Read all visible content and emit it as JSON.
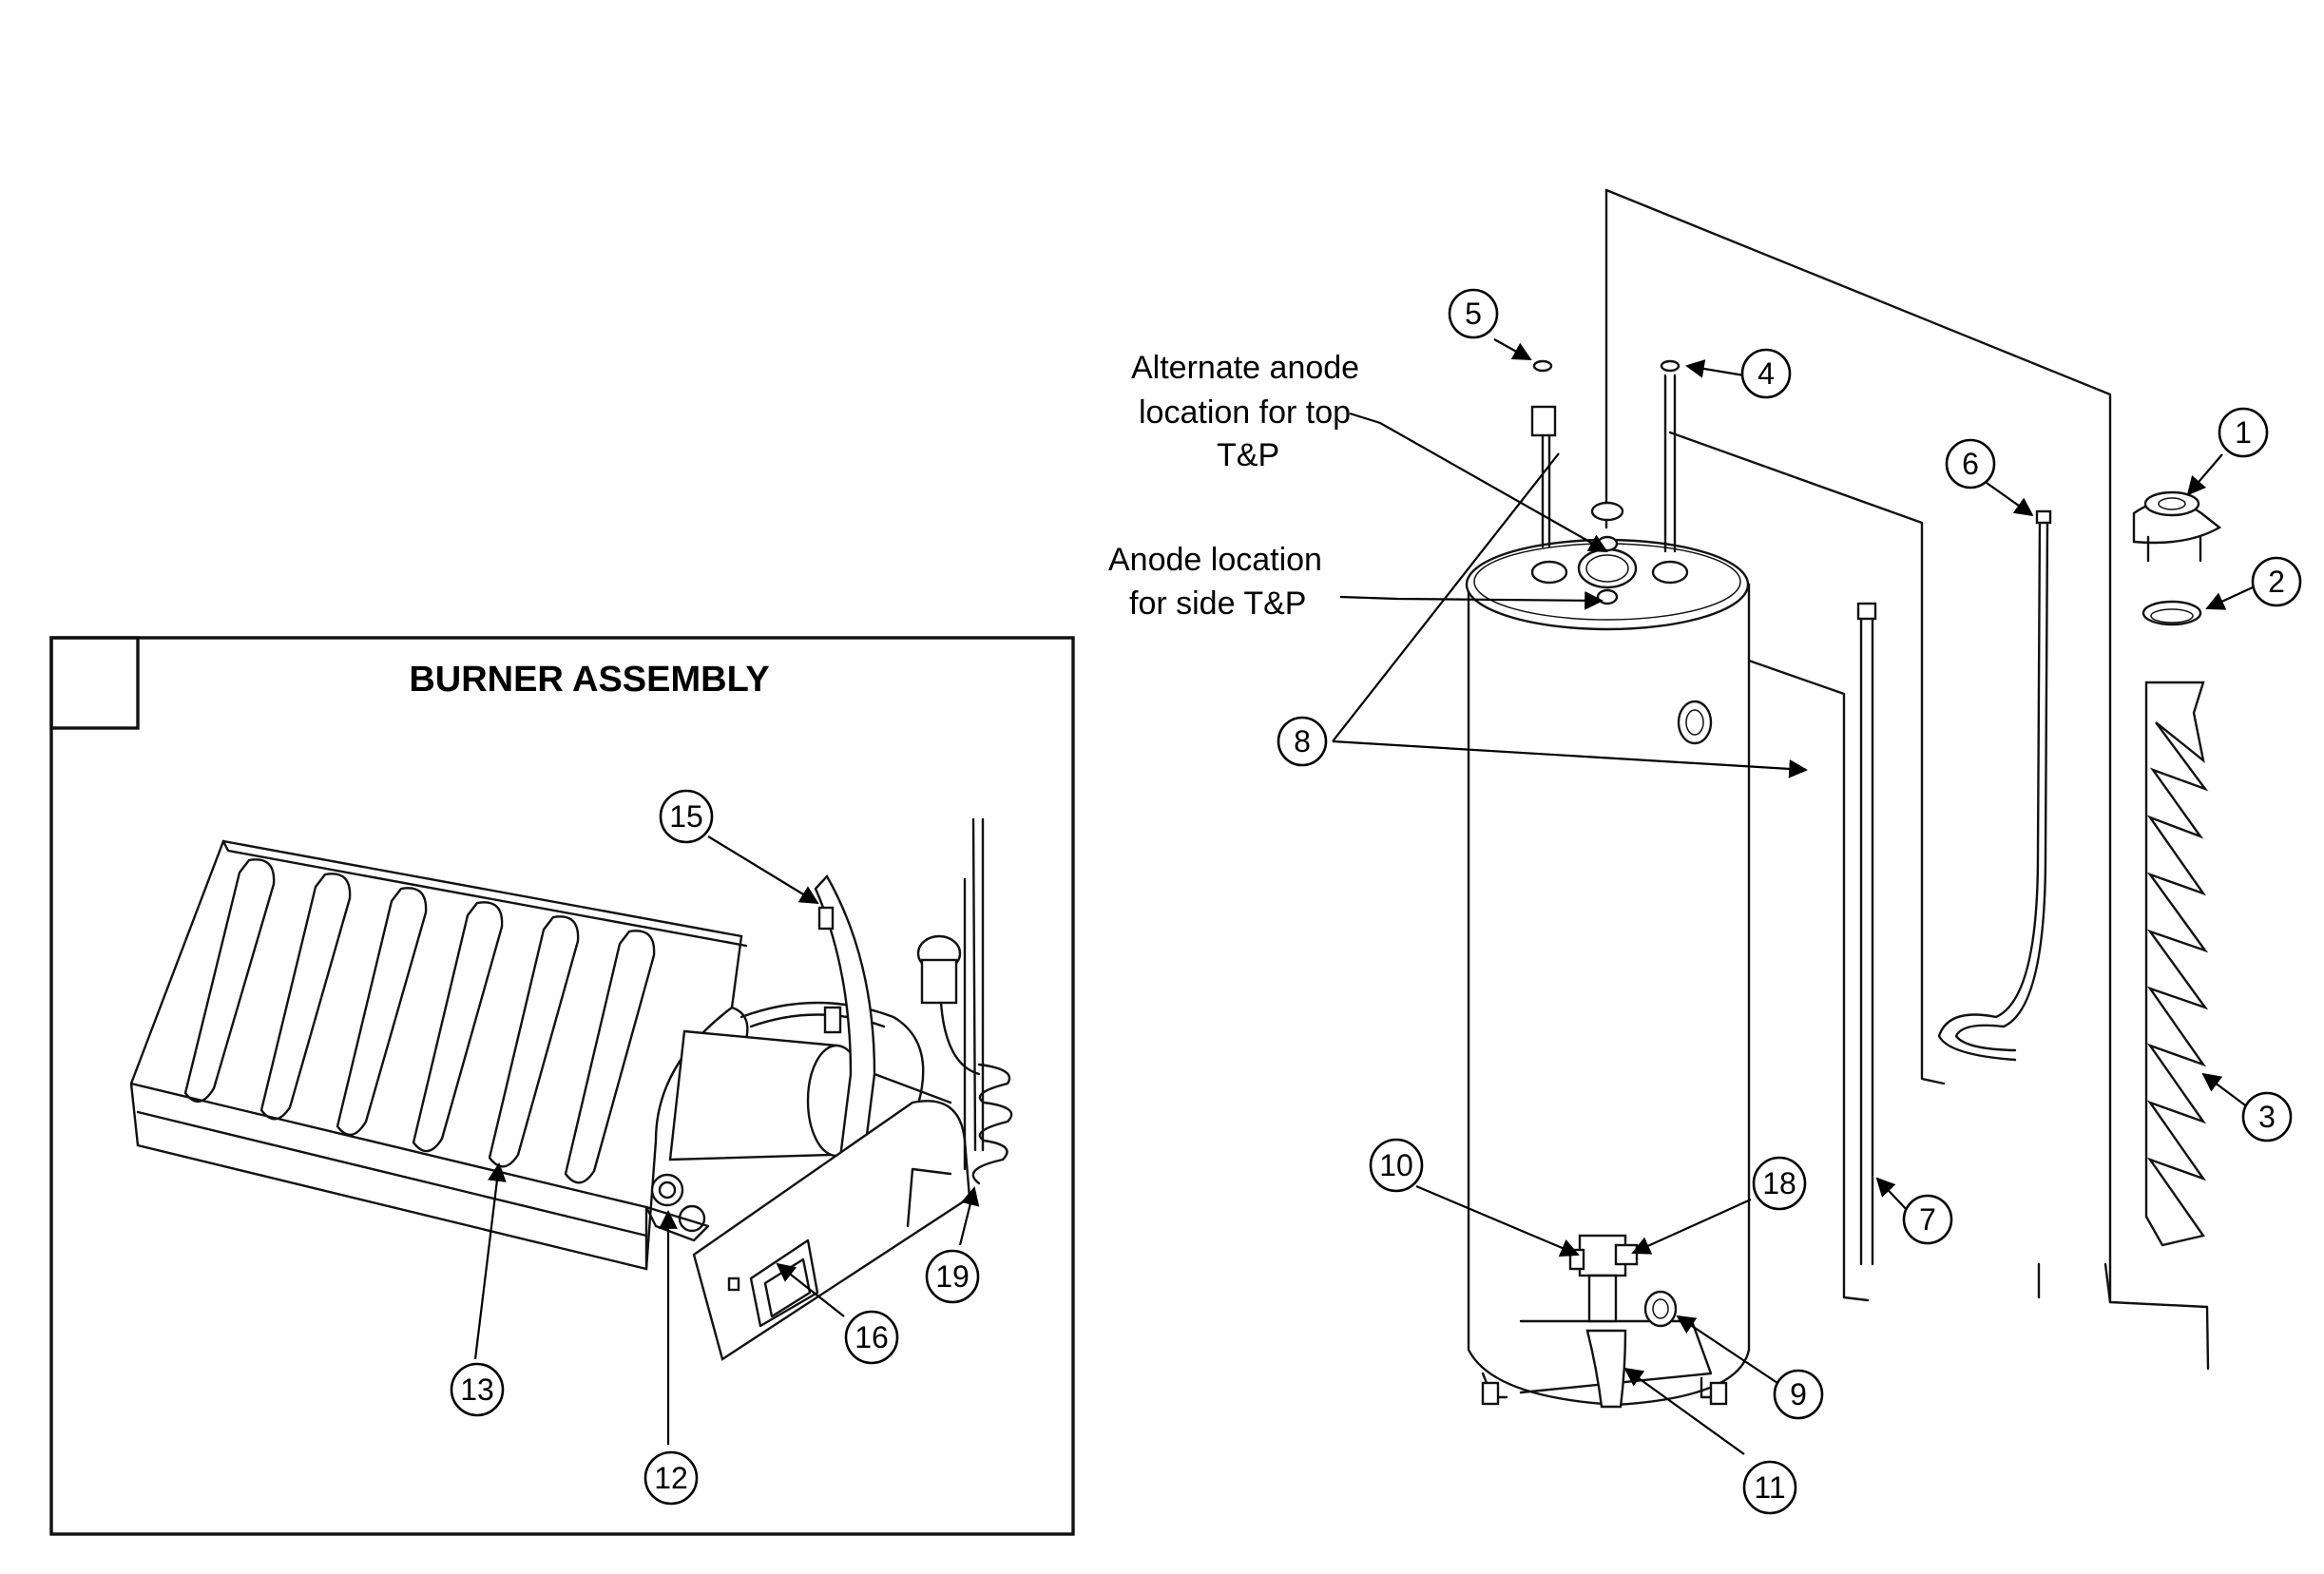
{
  "burner_assembly": {
    "title": "BURNER ASSEMBLY"
  },
  "annotations": {
    "alt_anode_line1": "Alternate anode",
    "alt_anode_line2": "location for top",
    "alt_anode_line3": "T&P",
    "side_anode_line1": "Anode location",
    "side_anode_line2": "for side T&P"
  },
  "callouts": [
    "1",
    "2",
    "3",
    "4",
    "5",
    "6",
    "7",
    "8",
    "9",
    "10",
    "11",
    "12",
    "13",
    "15",
    "16",
    "18",
    "19"
  ]
}
